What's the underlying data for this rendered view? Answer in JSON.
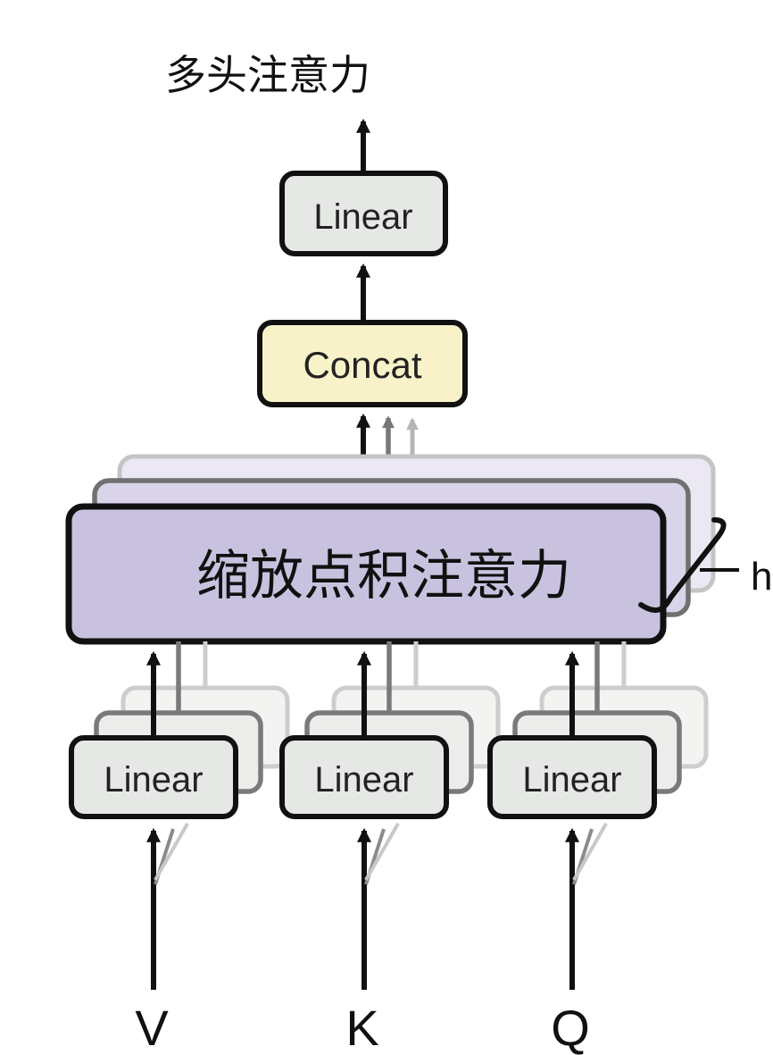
{
  "title": "多头注意力",
  "output_linear": "Linear",
  "concat": "Concat",
  "attention": "缩放点积注意力",
  "heads_label": "h",
  "input_linears": [
    "Linear",
    "Linear",
    "Linear"
  ],
  "inputs": [
    "V",
    "K",
    "Q"
  ],
  "colors": {
    "linear_fill": "#e6e8e6",
    "concat_fill": "#f8f2c9",
    "attention_fill": "#c9c2df",
    "stroke": "#111111"
  }
}
